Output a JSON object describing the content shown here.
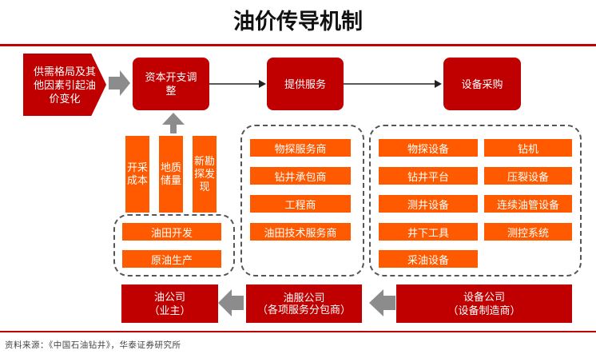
{
  "title": "油价传导机制",
  "top_row": {
    "factors": "供需格局及其他因素引起油价变化",
    "capex": "资本开支调整",
    "services": "提供服务",
    "equipment_purchase": "设备采购"
  },
  "capex_components": {
    "new_exploration": "新勘探发现",
    "geological_reserves": "地质储量",
    "extraction_cost": "开采成本"
  },
  "oil_company_activities": [
    "油田开发",
    "原油生产"
  ],
  "service_providers": [
    "物探服务商",
    "钻井承包商",
    "工程商",
    "油田技术服务商"
  ],
  "equipment_items": [
    "物探设备",
    "钻机",
    "钻井平台",
    "压裂设备",
    "测井设备",
    "连续油管设备",
    "井下工具",
    "测控系统",
    "采油设备"
  ],
  "bottom_row": {
    "oil_company": "油公司\n（业主）",
    "oilfield_services": "油服公司\n（各项服务分包商）",
    "equipment_company": "设备公司\n（设备制造商）"
  },
  "source": "资料来源：《中国石油钻井》，华泰证券研究所",
  "colors": {
    "dark_red": "#c00000",
    "orange": "#ff5a00",
    "arrow_grey": "#8c8c8c",
    "dash": "#555555"
  }
}
